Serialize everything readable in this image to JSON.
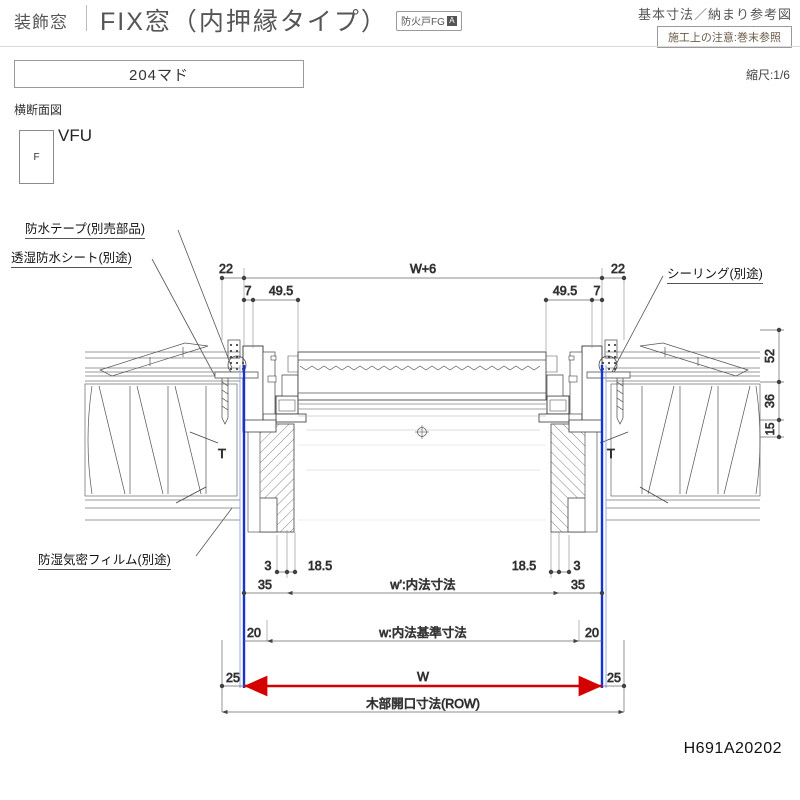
{
  "header": {
    "category": "装飾窓",
    "title": "FIX窓（内押縁タイプ）",
    "badge_text": "防火戸FG",
    "badge_grade": "A",
    "right_title": "基本寸法／納まり参考図",
    "right_note": "施工上の注意:巻末参照"
  },
  "model": {
    "name": "204マド",
    "scale": "縮尺:1/6"
  },
  "section": {
    "label": "横断面図"
  },
  "key": {
    "symbol": "F",
    "name": "VFU"
  },
  "callouts": {
    "waterproof_tape": "防水テープ(別売部品)",
    "vapor_permeable_sheet": "透湿防水シート(別途)",
    "moisture_barrier_film": "防湿気密フィルム(別途)",
    "sealing": "シーリング(別途)"
  },
  "dimensions": {
    "top_left_22": "22",
    "top_right_22": "22",
    "top_center": "W+6",
    "left_7": "7",
    "left_49_5": "49.5",
    "right_49_5": "49.5",
    "right_7": "7",
    "vert_52": "52",
    "vert_36": "36",
    "vert_15": "15",
    "left_T": "T",
    "right_T": "T",
    "left_3": "3",
    "left_18_5": "18.5",
    "right_18_5": "18.5",
    "right_3": "3",
    "left_35": "35",
    "right_35": "35",
    "inner_w_prime": "w’:内法寸法",
    "left_20": "20",
    "right_20": "20",
    "inner_w": "w:内法基準寸法",
    "left_25": "25",
    "right_25": "25",
    "overall_W": "W",
    "row_label": "木部開口寸法(ROW)"
  },
  "footer": {
    "doc_id": "H691A20202"
  },
  "colors": {
    "blue_line": "#1433d0",
    "red_line": "#d40000",
    "dim_gray": "#555555",
    "ink": "#231f20"
  }
}
